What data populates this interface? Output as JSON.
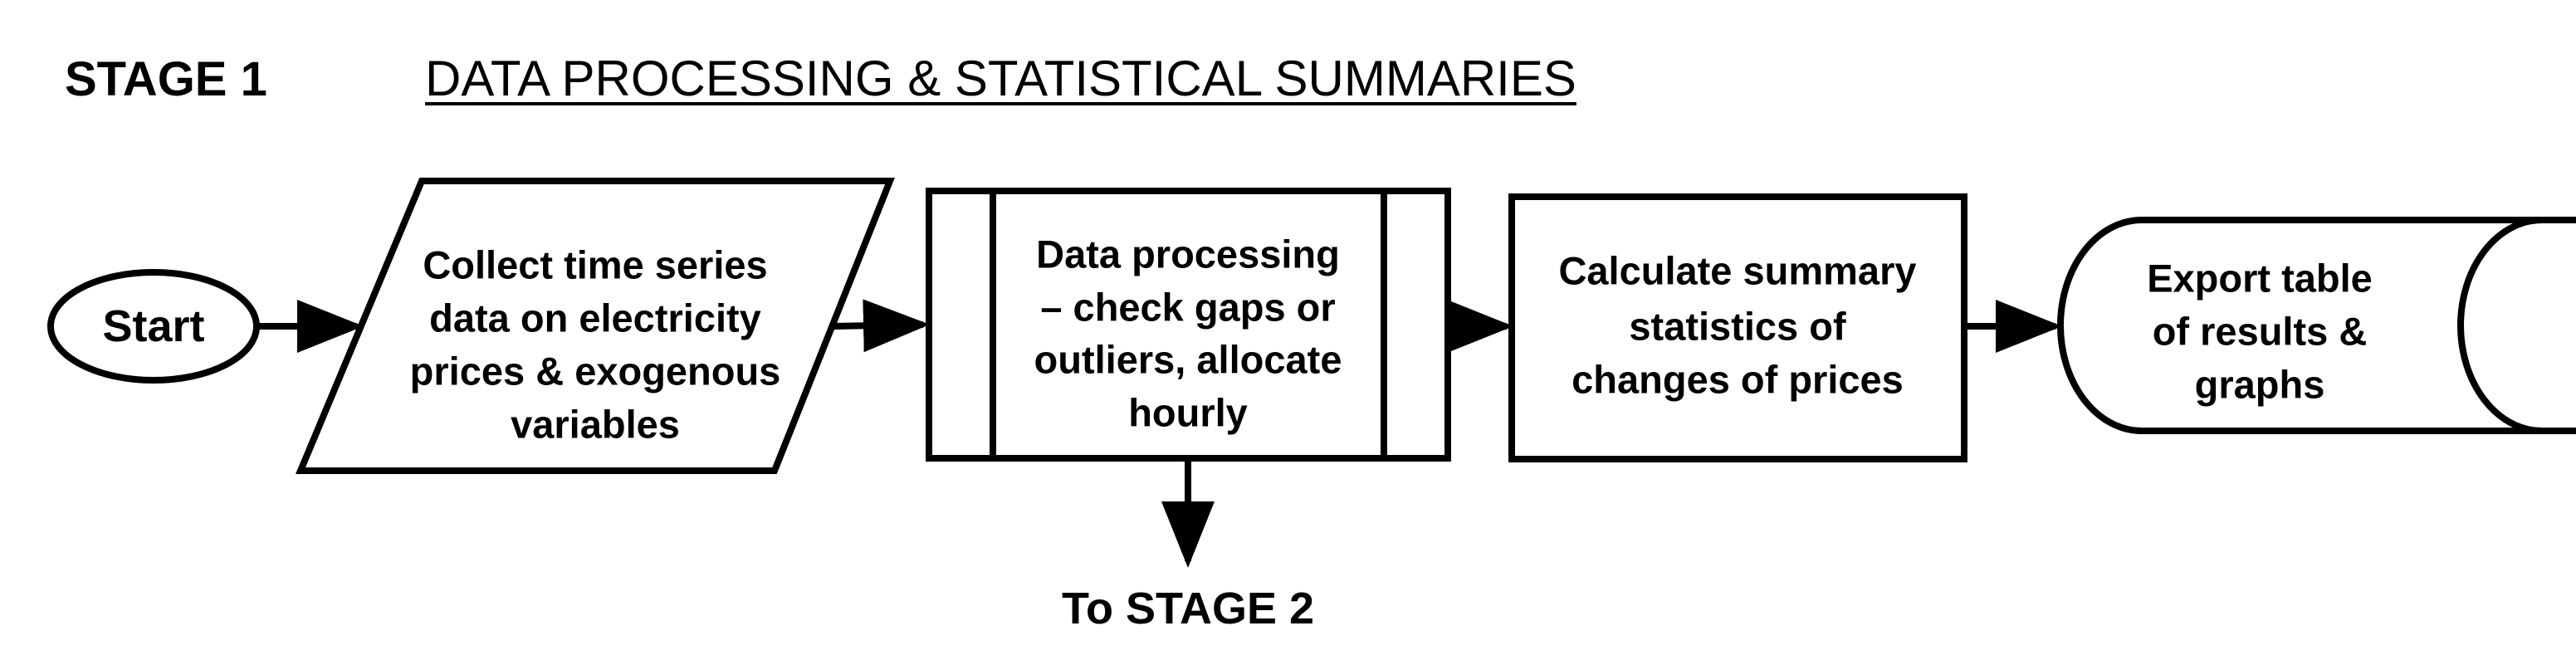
{
  "header": {
    "stage_label": "STAGE 1",
    "stage_title": "DATA PROCESSING & STATISTICAL SUMMARIES"
  },
  "flowchart": {
    "start": {
      "label": "Start",
      "shape": "terminator-oval"
    },
    "collect": {
      "shape": "input-output-parallelogram",
      "lines": [
        "Collect time series",
        "data on electricity",
        "prices & exogenous",
        "variables"
      ]
    },
    "processing": {
      "shape": "predefined-process",
      "lines": [
        "Data processing",
        "– check gaps or",
        "outliers, allocate",
        "hourly"
      ]
    },
    "summary": {
      "shape": "process-rectangle",
      "lines": [
        "Calculate summary",
        "statistics of",
        "changes of prices"
      ]
    },
    "export": {
      "shape": "stored-data-cylinder",
      "lines": [
        "Export table",
        "of results &",
        "graphs"
      ]
    },
    "to_stage2": {
      "label": "To STAGE 2"
    }
  },
  "colors": {
    "stroke": "#000000",
    "background": "#ffffff"
  }
}
